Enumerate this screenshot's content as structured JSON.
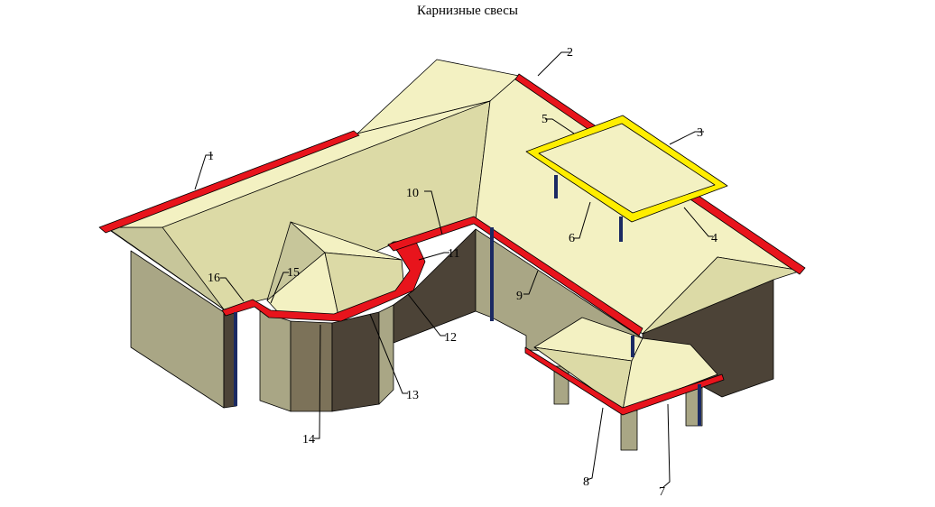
{
  "title": "Карнизные свесы",
  "colors": {
    "roof_light": "#f3f1c2",
    "roof_mid": "#dcdaa6",
    "roof_shade": "#c7c69a",
    "wall_light": "#a9a685",
    "wall_dark": "#4c4337",
    "wall_mid": "#7c7259",
    "eave_red": "#e8141c",
    "eave_yellow": "#ffee00",
    "downpipe": "#1b2a63"
  },
  "callouts": [
    {
      "id": "1",
      "label": "1"
    },
    {
      "id": "2",
      "label": "2"
    },
    {
      "id": "3",
      "label": "3"
    },
    {
      "id": "4",
      "label": "4"
    },
    {
      "id": "5",
      "label": "5"
    },
    {
      "id": "6",
      "label": "6"
    },
    {
      "id": "7",
      "label": "7"
    },
    {
      "id": "8",
      "label": "8"
    },
    {
      "id": "9",
      "label": "9"
    },
    {
      "id": "10",
      "label": "10"
    },
    {
      "id": "11",
      "label": "11"
    },
    {
      "id": "12",
      "label": "12"
    },
    {
      "id": "13",
      "label": "13"
    },
    {
      "id": "14",
      "label": "14"
    },
    {
      "id": "15",
      "label": "15"
    },
    {
      "id": "16",
      "label": "16"
    }
  ]
}
